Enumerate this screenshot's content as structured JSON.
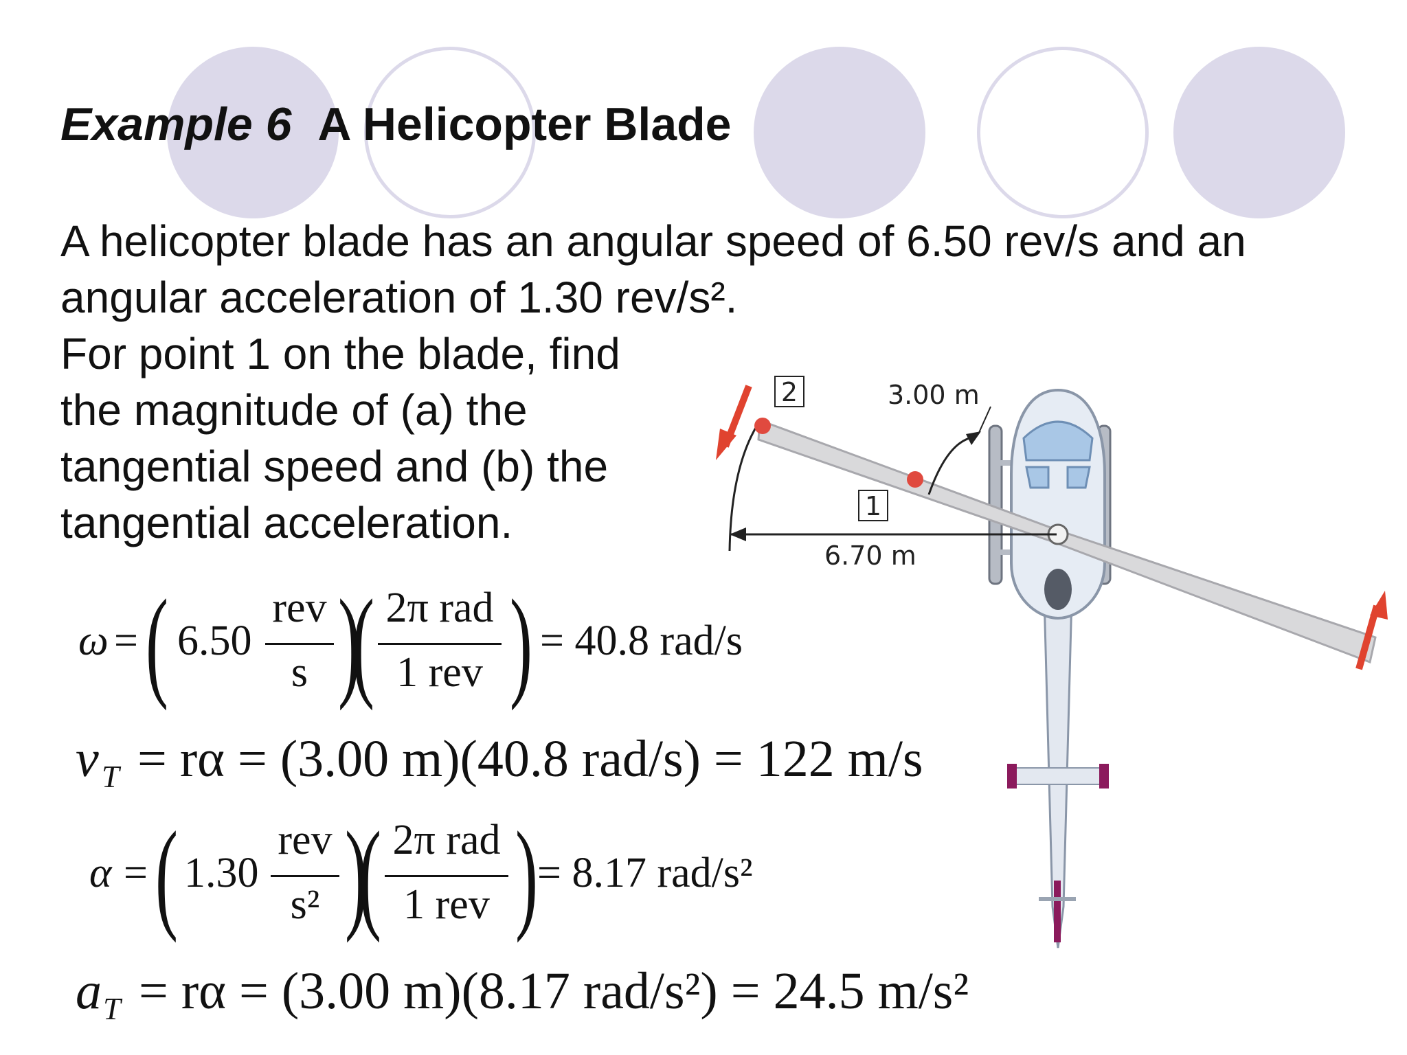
{
  "title": {
    "example": "Example 6",
    "name": "A Helicopter Blade"
  },
  "problem": {
    "line1": "A helicopter blade has an angular speed of 6.50 rev/s and an",
    "line2": "angular acceleration of 1.30 rev/s².",
    "line3": "For point 1 on the blade, find",
    "line4": "the magnitude of (a) the",
    "line5": "tangential speed and (b) the",
    "line6": "tangential acceleration."
  },
  "equations": {
    "omega": {
      "lhs": "ω",
      "eq": "=",
      "value": "6.50",
      "num1": "rev",
      "den1": "s",
      "num2": "2π rad",
      "den2": "1 rev",
      "result": "= 40.8 rad/s"
    },
    "vt": {
      "lhs": "v",
      "sub": "T",
      "expr": "= rα  = (3.00 m)(40.8 rad/s)  = 122 m/s"
    },
    "alpha": {
      "lhs": "α",
      "eq": "=",
      "value": "1.30",
      "num1": "rev",
      "den1": "s²",
      "num2": "2π rad",
      "den2": "1 rev",
      "result": "= 8.17 rad/s²"
    },
    "at": {
      "lhs": "a",
      "sub": "T",
      "expr": "= rα = (3.00 m)(8.17 rad/s²) = 24.5 m/s²"
    }
  },
  "diagram": {
    "point2_label": "2",
    "point1_label": "1",
    "r1_label": "3.00 m",
    "r2_label": "6.70 m"
  },
  "colors": {
    "circle": "#dcd9ea",
    "point": "#e04a3f",
    "arrow": "#e0432f",
    "blade": "#d9d9db",
    "accent": "#8b1a5c"
  }
}
